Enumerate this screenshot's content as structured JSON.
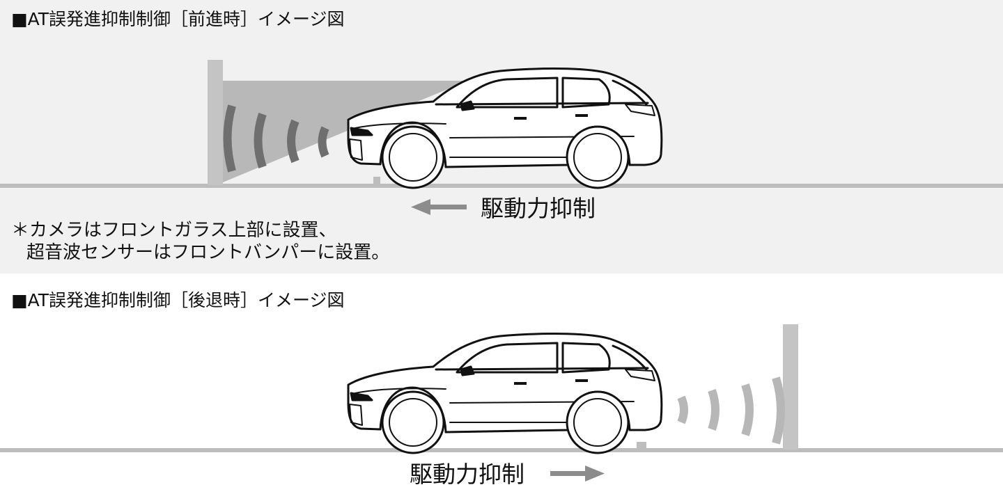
{
  "forward": {
    "title": "■AT誤発進抑制制御［前進時］イメージ図",
    "suppress_label": "駆動力抑制",
    "note_line1": "＊カメラはフロントガラス上部に設置、",
    "note_line2": "超音波センサーはフロントバンパーに設置。"
  },
  "reverse": {
    "title": "■AT誤発進抑制制御［後退時］イメージ図",
    "suppress_label": "駆動力抑制"
  },
  "colors": {
    "panel_bg": "#f1f1f1",
    "ground": "#bdbdbd",
    "wall": "#c4c4c4",
    "camera_cone": "#b8b8b8",
    "wave_front": "#6f6f6f",
    "wave_rear": "#b7b7b7",
    "arrow": "#8c8c8c",
    "car_outline": "#111111"
  },
  "icons": {
    "car": "suv-side-icon",
    "wall": "obstacle-wall-icon",
    "sonar": "ultrasonic-wave-icon",
    "arrow_left": "arrow-left-icon",
    "arrow_right": "arrow-right-icon"
  }
}
